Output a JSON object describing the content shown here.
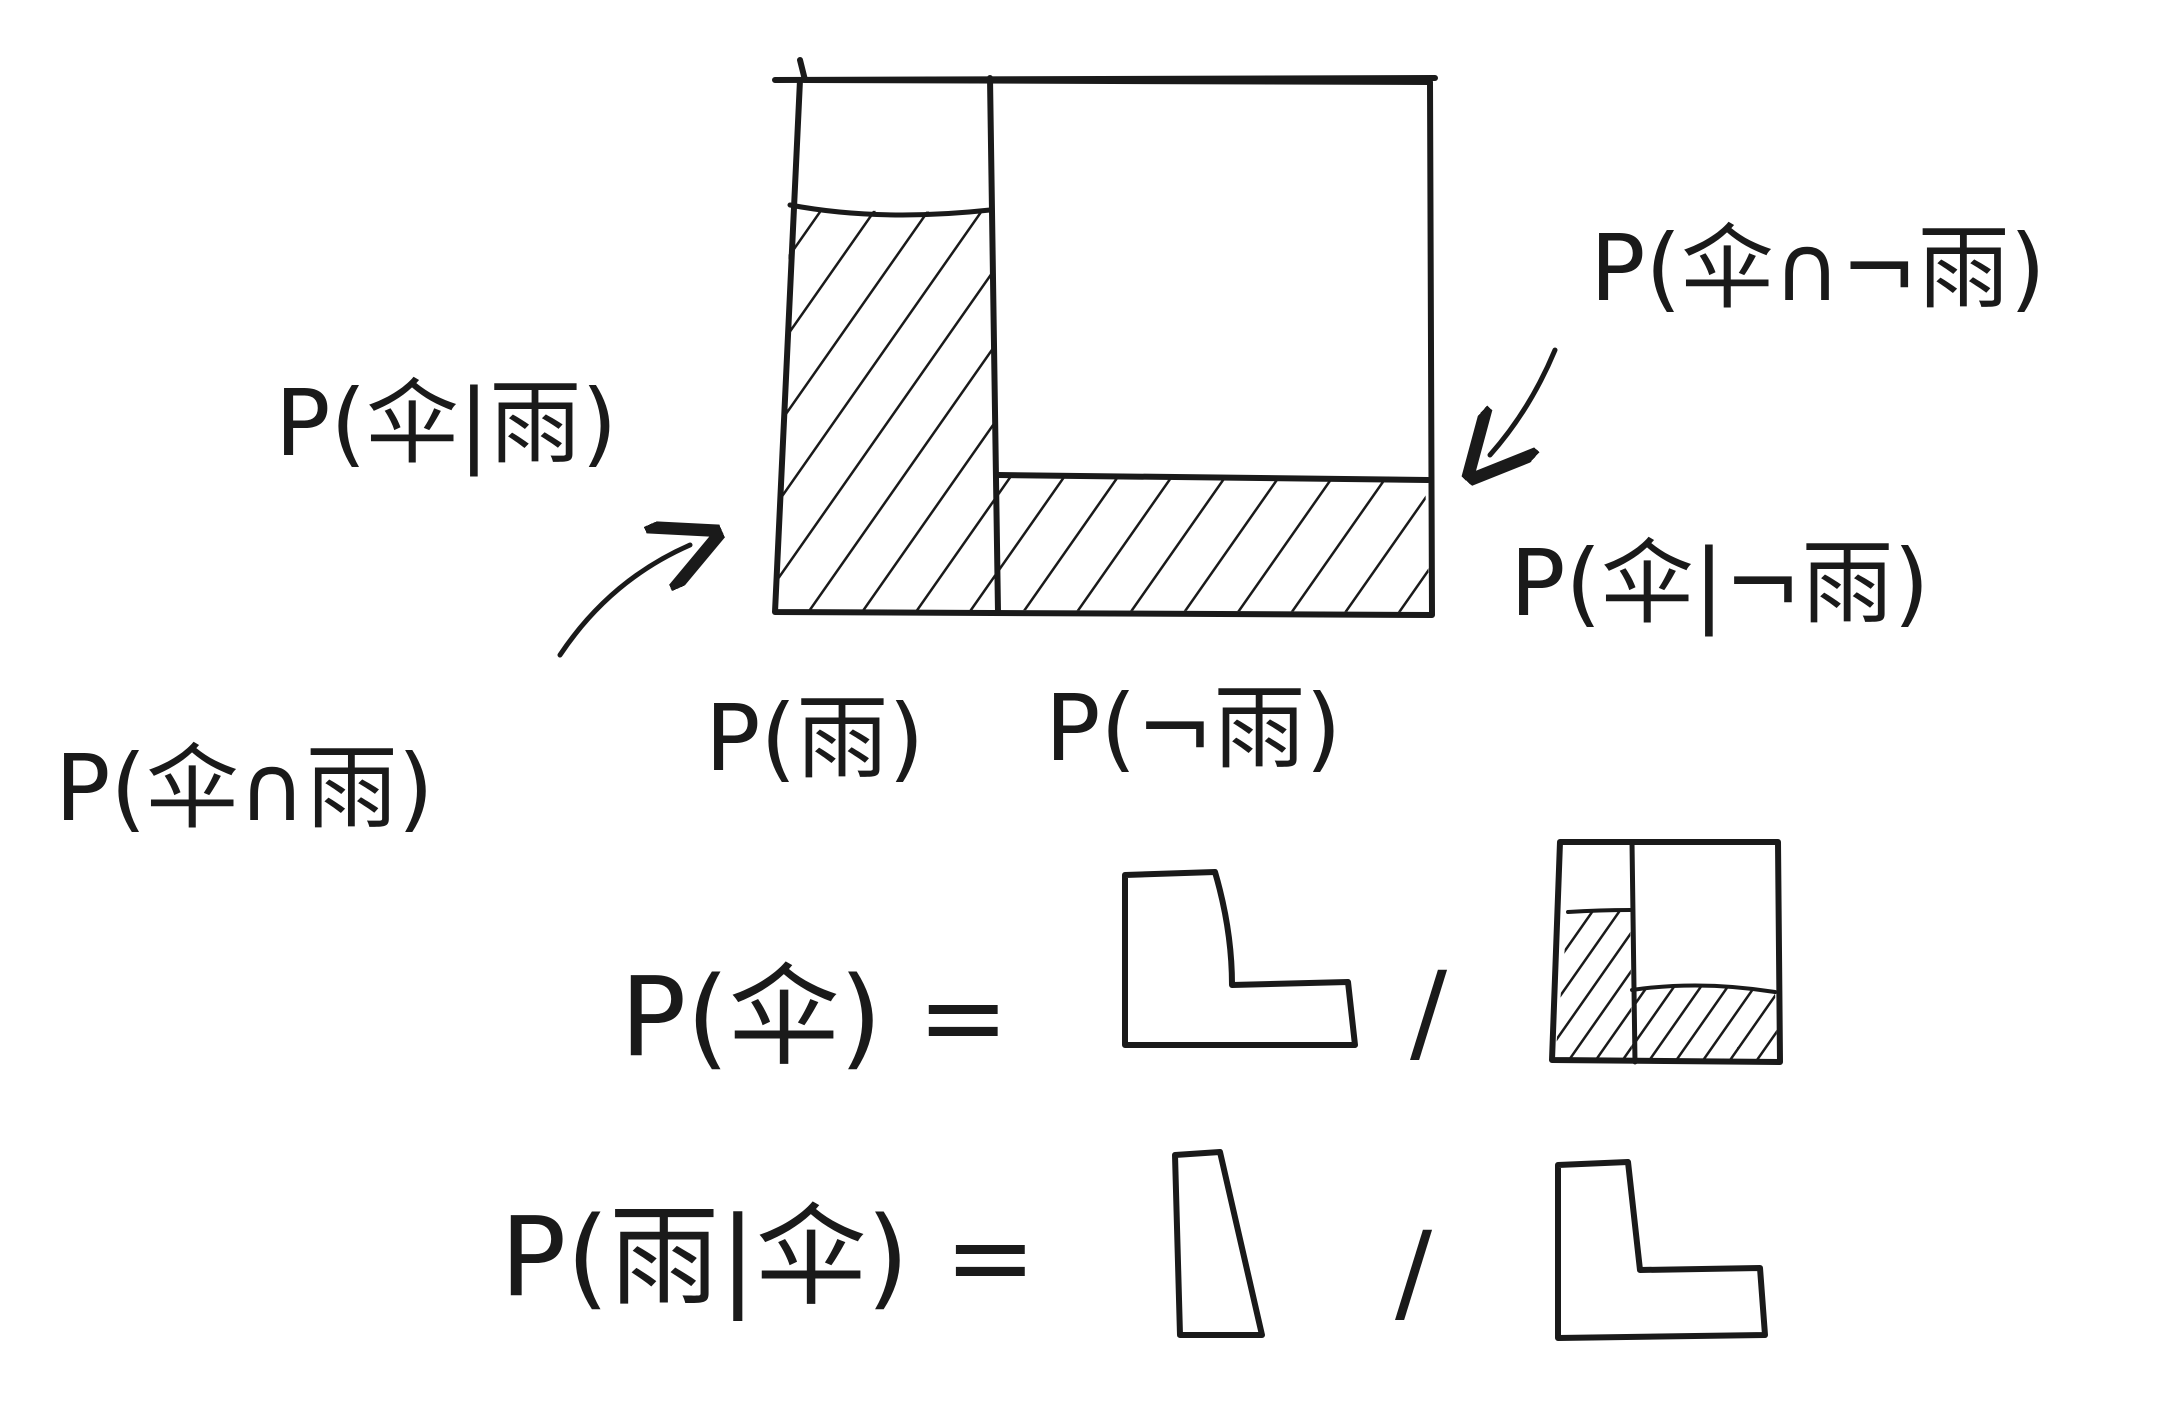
{
  "labels": {
    "p_umbrella_given_rain": "P(伞|雨)",
    "p_umbrella_and_rain": "P(伞∩雨)",
    "p_umbrella_and_not_rain": "P(伞∩¬雨)",
    "p_umbrella_given_not_rain": "P(伞|¬雨)",
    "p_rain": "P(雨)",
    "p_not_rain": "P(¬雨)"
  },
  "equations": {
    "p_umbrella": "P(伞) =",
    "p_rain_given_umbrella": "P(雨|伞) =",
    "divide": "/"
  }
}
